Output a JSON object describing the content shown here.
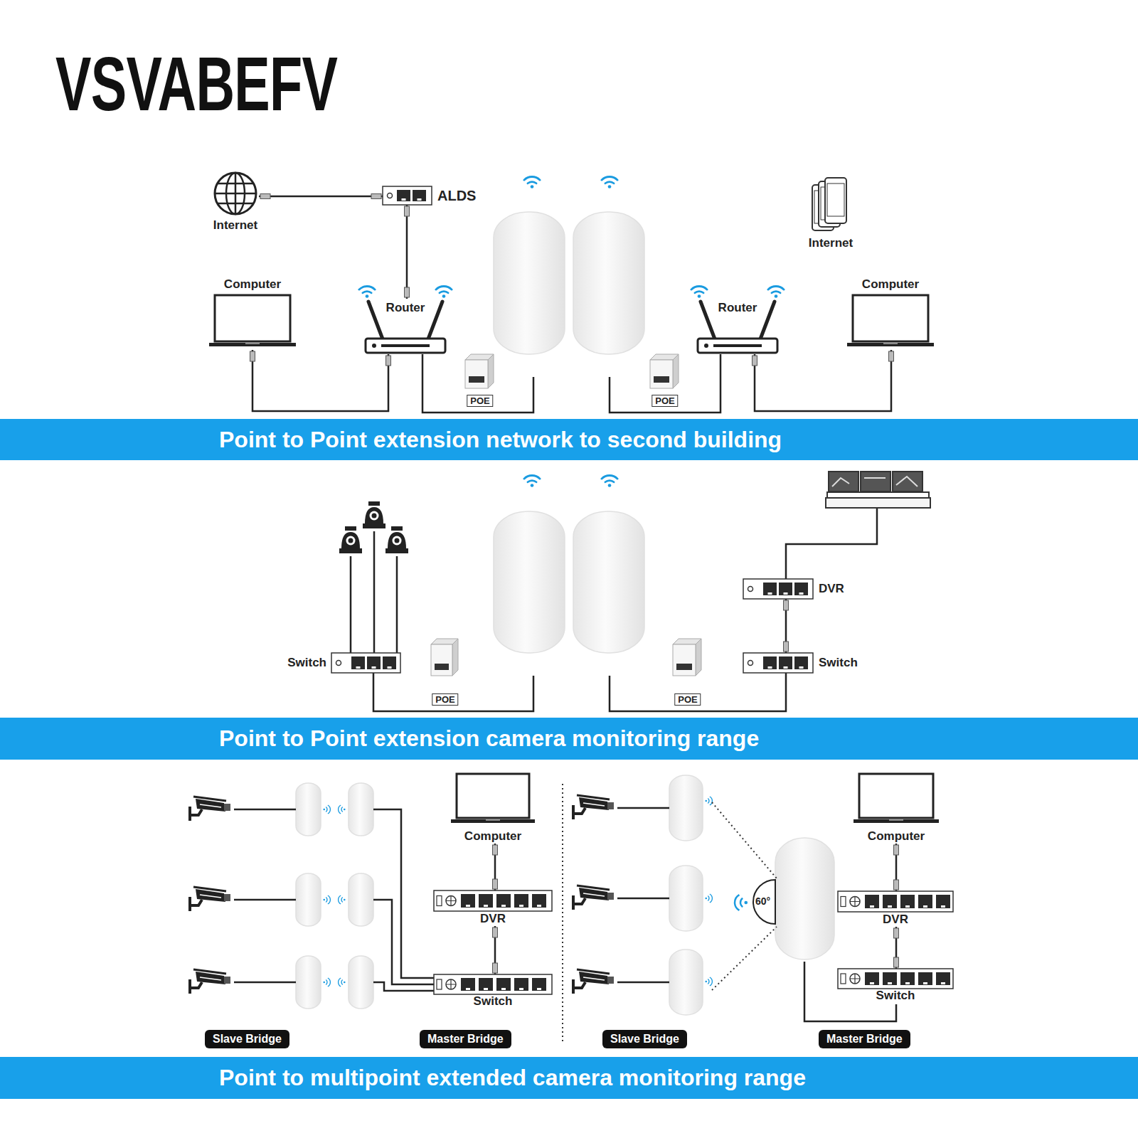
{
  "diagram": {
    "title": "VSVABEFV",
    "nodes": [
      {
        "text": [
          "Internet"
        ]
      },
      {
        "text": [
          "ALDS"
        ]
      },
      {
        "text": [
          "Computer"
        ]
      },
      {
        "text": [
          "Router"
        ]
      },
      {
        "text": [
          "POE"
        ]
      },
      {
        "text": [
          "POE"
        ]
      },
      {
        "text": [
          "Router"
        ]
      },
      {
        "text": [
          "Computer"
        ]
      },
      {
        "text": [
          "Internet"
        ]
      },
      {
        "text": [
          "Point to Point extension network to second building"
        ]
      },
      {
        "text": [
          "Switch"
        ]
      },
      {
        "text": [
          "POE"
        ]
      },
      {
        "text": [
          "POE"
        ]
      },
      {
        "text": [
          "DVR"
        ]
      },
      {
        "text": [
          "Switch"
        ]
      },
      {
        "text": [
          "Point to Point extension camera monitoring range"
        ]
      },
      {
        "text": [
          "Computer"
        ]
      },
      {
        "text": [
          "DVR"
        ]
      },
      {
        "text": [
          "Switch"
        ]
      },
      {
        "text": [
          "Slave Bridge"
        ]
      },
      {
        "text": [
          "Master Bridge"
        ]
      },
      {
        "text": [
          "Computer"
        ]
      },
      {
        "text": [
          "DVR"
        ]
      },
      {
        "text": [
          "Switch"
        ]
      },
      {
        "text": [
          "Slave Bridge"
        ]
      },
      {
        "text": [
          "Master Bridge"
        ]
      },
      {
        "text": [
          "Point to multipoint extended camera monitoring range"
        ]
      }
    ],
    "edges": [
      {
        "from": 0,
        "to": 1,
        "arrow": "none"
      },
      {
        "from": 1,
        "to": 3,
        "arrow": "none"
      },
      {
        "from": 2,
        "to": 3,
        "arrow": "none"
      },
      {
        "from": 6,
        "to": 7,
        "arrow": "none"
      },
      {
        "from": 13,
        "to": 14,
        "arrow": "none"
      },
      {
        "from": 16,
        "to": 17,
        "arrow": "none"
      },
      {
        "from": 17,
        "to": 18,
        "arrow": "none"
      },
      {
        "from": 21,
        "to": 22,
        "arrow": "none"
      },
      {
        "from": 22,
        "to": 23,
        "arrow": "none"
      }
    ],
    "labels": [
      "60°"
    ]
  }
}
